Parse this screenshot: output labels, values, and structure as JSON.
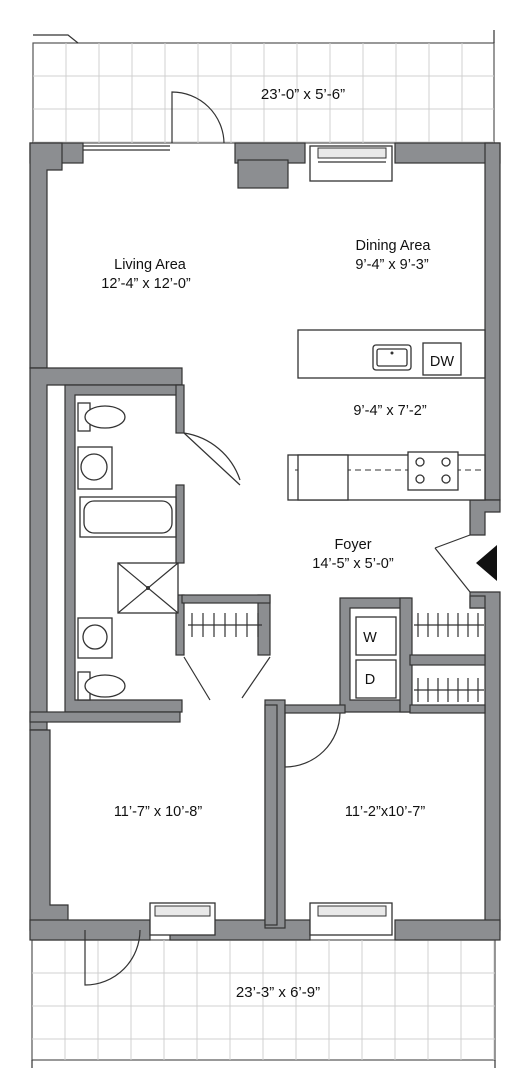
{
  "terrace_top": {
    "dims": "23’-0” x 5’-6”"
  },
  "living": {
    "name": "Living Area",
    "dims": "12’-4” x 12’-0”"
  },
  "dining": {
    "name": "Dining Area",
    "dims": "9’-4” x 9’-3”"
  },
  "kitchen": {
    "dims": "9’-4” x 7’-2”",
    "dishwasher": "DW"
  },
  "foyer": {
    "name": "Foyer",
    "dims": "14’-5” x 5’-0”"
  },
  "laundry": {
    "washer": "W",
    "dryer": "D"
  },
  "bedroom_left": {
    "dims": "11’-7” x 10’-8”"
  },
  "bedroom_right": {
    "dims": "11’-2”x10’-7”"
  },
  "terrace_bottom": {
    "dims": "23’-3” x 6’-9”"
  }
}
